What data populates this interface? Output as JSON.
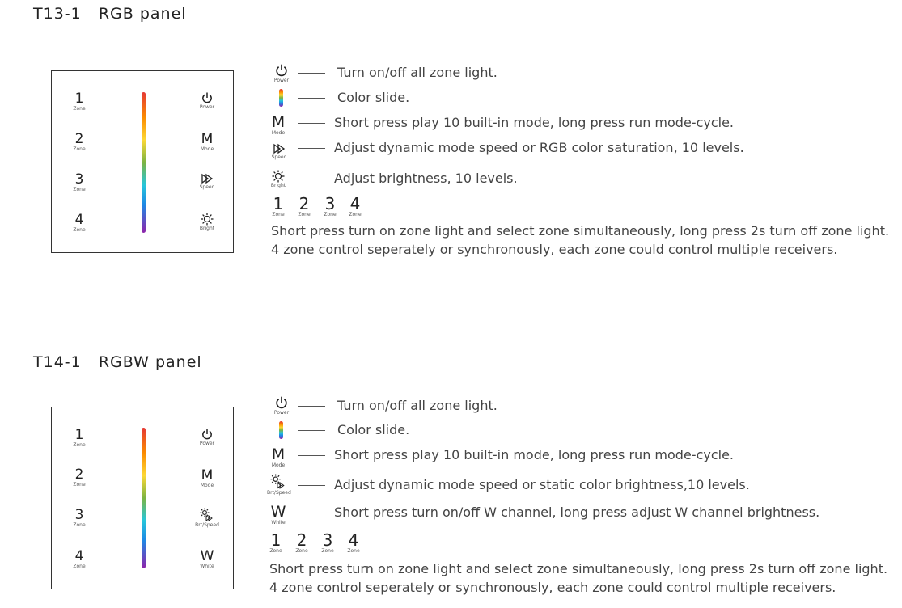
{
  "t13": {
    "title": "T13-1   RGB panel",
    "panel": {
      "zones": [
        {
          "num": "1",
          "label": "Zone"
        },
        {
          "num": "2",
          "label": "Zone"
        },
        {
          "num": "3",
          "label": "Zone"
        },
        {
          "num": "4",
          "label": "Zone"
        }
      ],
      "right_buttons": [
        {
          "icon": "power-icon",
          "label": "Power"
        },
        {
          "text": "M",
          "label": "Mode"
        },
        {
          "icon": "speed-icon",
          "label": "Speed"
        },
        {
          "icon": "brightness-icon",
          "label": "Bright"
        }
      ]
    },
    "legend": [
      {
        "icon": "power-icon",
        "label": "Power",
        "desc": "Turn on/off all zone light."
      },
      {
        "icon": "color-slide-icon",
        "label": "",
        "desc": "Color slide."
      },
      {
        "text": "M",
        "label": "Mode",
        "desc": "Short press play 10 built-in mode, long press run mode-cycle."
      },
      {
        "icon": "speed-icon",
        "label": "Speed",
        "desc": "Adjust dynamic mode speed or RGB color saturation, 10 levels."
      },
      {
        "icon": "brightness-icon",
        "label": "Bright",
        "desc": "Adjust brightness, 10 levels."
      }
    ],
    "zones": [
      {
        "num": "1",
        "label": "Zone"
      },
      {
        "num": "2",
        "label": "Zone"
      },
      {
        "num": "3",
        "label": "Zone"
      },
      {
        "num": "4",
        "label": "Zone"
      }
    ],
    "note1": "Short press turn on zone light and select zone simultaneously, long press 2s turn off zone light.",
    "note2": "4 zone control seperately or synchronously, each zone could control multiple receivers."
  },
  "t14": {
    "title": "T14-1   RGBW panel",
    "panel": {
      "zones": [
        {
          "num": "1",
          "label": "Zone"
        },
        {
          "num": "2",
          "label": "Zone"
        },
        {
          "num": "3",
          "label": "Zone"
        },
        {
          "num": "4",
          "label": "Zone"
        }
      ],
      "right_buttons": [
        {
          "icon": "power-icon",
          "label": "Power"
        },
        {
          "text": "M",
          "label": "Mode"
        },
        {
          "icon": "brightness-speed-icon",
          "label": "Brt/Speed"
        },
        {
          "text": "W",
          "label": "White"
        }
      ]
    },
    "legend": [
      {
        "icon": "power-icon",
        "label": "Power",
        "desc": "Turn on/off all zone light."
      },
      {
        "icon": "color-slide-icon",
        "label": "",
        "desc": "Color slide."
      },
      {
        "text": "M",
        "label": "Mode",
        "desc": "Short press play 10 built-in mode, long press run mode-cycle."
      },
      {
        "icon": "brightness-speed-icon",
        "label": "Brt/Speed",
        "desc": "Adjust dynamic mode speed or static color brightness,10 levels."
      },
      {
        "text": "W",
        "label": "White",
        "desc": "Short press turn on/off W channel, long press adjust W channel brightness."
      }
    ],
    "zones": [
      {
        "num": "1",
        "label": "Zone"
      },
      {
        "num": "2",
        "label": "Zone"
      },
      {
        "num": "3",
        "label": "Zone"
      },
      {
        "num": "4",
        "label": "Zone"
      }
    ],
    "note1": "Short press turn on zone light and select zone simultaneously, long press 2s turn off zone light.",
    "note2": "4 zone control seperately or synchronously, each zone could control multiple receivers."
  }
}
